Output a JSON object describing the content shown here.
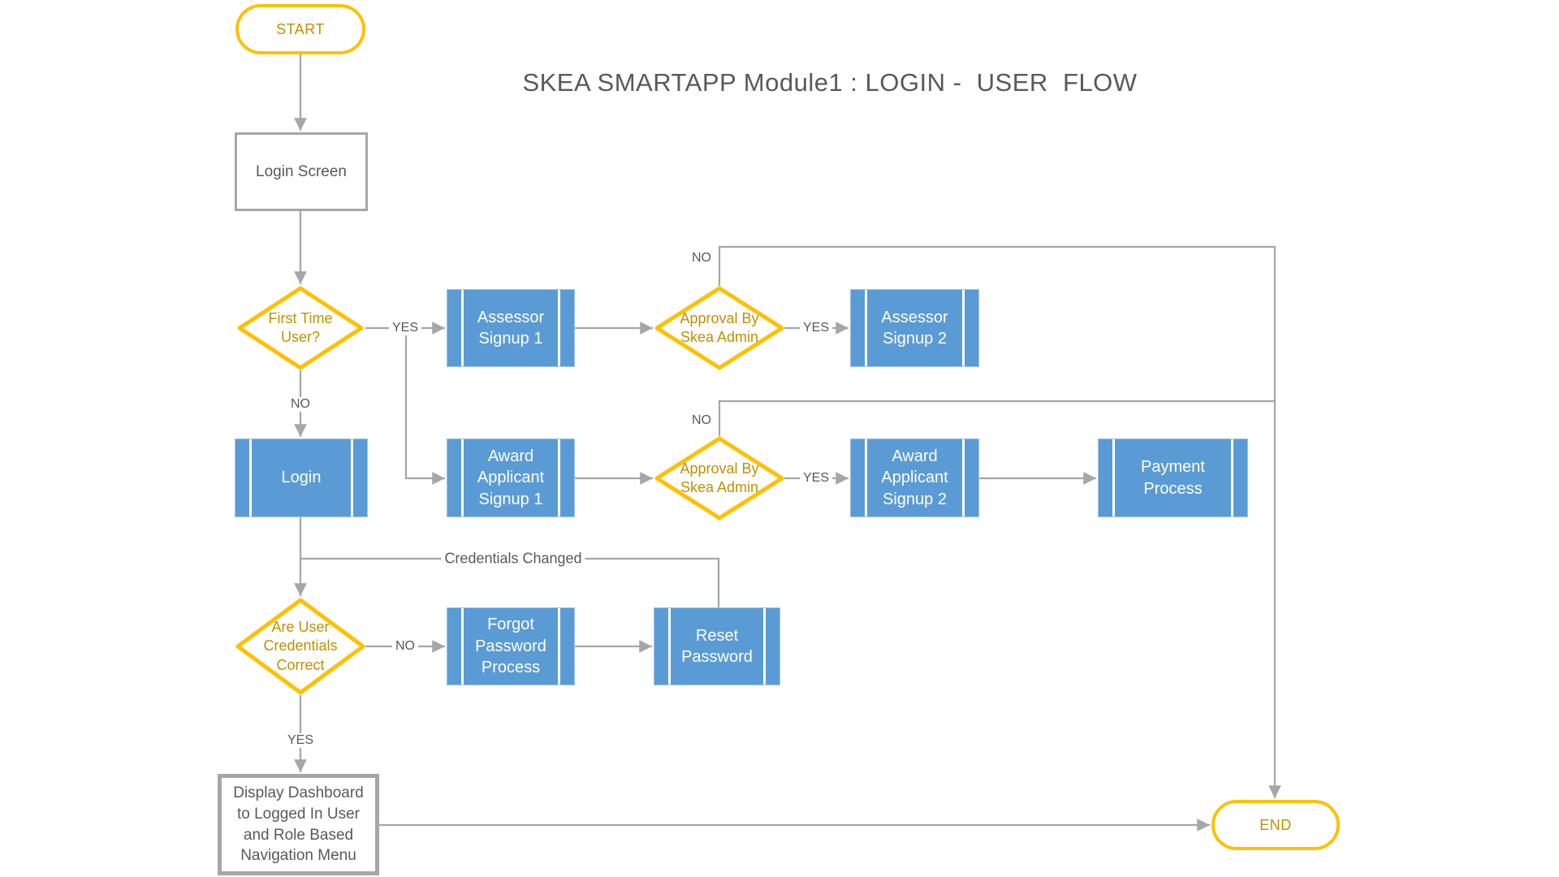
{
  "title": "SKEA SMARTAPP Module1 : LOGIN -  USER  FLOW",
  "nodes": {
    "start": {
      "label": "START"
    },
    "loginScreen": {
      "label": "Login Screen"
    },
    "firstTimeUser": {
      "label": "First Time\nUser?"
    },
    "assessorSignup1": {
      "label": "Assessor\nSignup 1"
    },
    "approvalBySkeaAdmin1": {
      "label": "Approval By\nSkea Admin"
    },
    "assessorSignup2": {
      "label": "Assessor\nSignup 2"
    },
    "login": {
      "label": "Login"
    },
    "awardApplicantSignup1": {
      "label": "Award\nApplicant\nSignup 1"
    },
    "approvalBySkeaAdmin2": {
      "label": "Approval By\nSkea Admin"
    },
    "awardApplicantSignup2": {
      "label": "Award\nApplicant\nSignup 2"
    },
    "paymentProcess": {
      "label": "Payment\nProcess"
    },
    "areUserCredentialsCorrect": {
      "label": "Are User\nCredentials\nCorrect"
    },
    "forgotPasswordProcess": {
      "label": "Forgot\nPassword\nProcess"
    },
    "resetPassword": {
      "label": "Reset\nPassword"
    },
    "displayDashboard": {
      "label": "Display Dashboard\nto Logged In User\nand Role Based\nNavigation Menu"
    },
    "end": {
      "label": "END"
    }
  },
  "edges": {
    "firstTimeYes": "YES",
    "firstTimeNo": "NO",
    "approval1Yes": "YES",
    "approval1No": "NO",
    "approval2Yes": "YES",
    "approval2No": "NO",
    "credentialsNo": "NO",
    "credentialsYes": "YES",
    "credentialsChanged": "Credentials Changed"
  },
  "colors": {
    "accentYellow": "#FFC000",
    "goldText": "#BF9000",
    "processBlue": "#5B9BD5",
    "lineGray": "#A6A6A6",
    "textGray": "#595959"
  }
}
